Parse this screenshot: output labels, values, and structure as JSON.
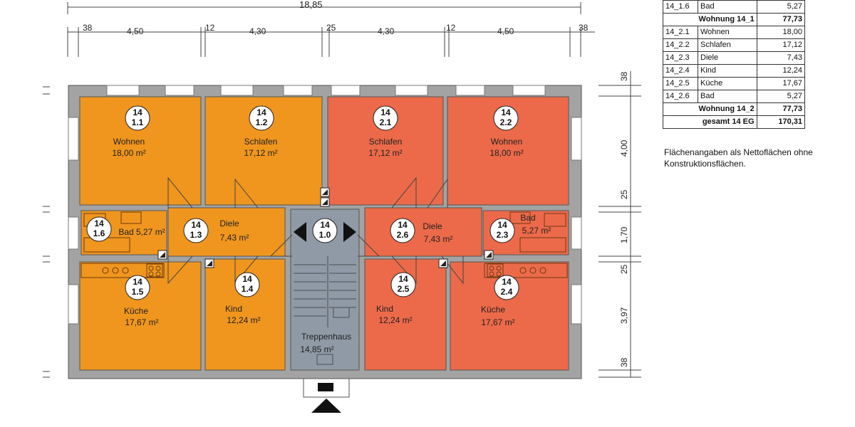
{
  "dimensions": {
    "total_width": "18,85",
    "top_segments": [
      "38",
      "4,50",
      "12",
      "4,30",
      "25",
      "4,30",
      "12",
      "4,50",
      "38"
    ],
    "right_segments": [
      "38",
      "4,00",
      "25",
      "1,70",
      "25",
      "3,97",
      "38"
    ]
  },
  "rooms": [
    {
      "code_top": "14",
      "code_bottom": "1.1",
      "name": "Wohnen",
      "area": "18,00 m²"
    },
    {
      "code_top": "14",
      "code_bottom": "1.2",
      "name": "Schlafen",
      "area": "17,12 m²"
    },
    {
      "code_top": "14",
      "code_bottom": "2.1",
      "name": "Schlafen",
      "area": "17,12 m²"
    },
    {
      "code_top": "14",
      "code_bottom": "2.2",
      "name": "Wohnen",
      "area": "18,00 m²"
    },
    {
      "code_top": "14",
      "code_bottom": "1.6",
      "name": "Bad 5,27 m²",
      "area": ""
    },
    {
      "code_top": "14",
      "code_bottom": "1.3",
      "name": "Diele",
      "area": "7,43 m²"
    },
    {
      "code_top": "14",
      "code_bottom": "1.0",
      "name": "",
      "area": ""
    },
    {
      "code_top": "14",
      "code_bottom": "2.6",
      "name": "Diele",
      "area": "7,43 m²"
    },
    {
      "code_top": "14",
      "code_bottom": "2.3",
      "name": "Bad",
      "area": "5,27 m²"
    },
    {
      "code_top": "14",
      "code_bottom": "1.5",
      "name": "Küche",
      "area": "17,67 m²"
    },
    {
      "code_top": "14",
      "code_bottom": "1.4",
      "name": "Kind",
      "area": "12,24 m²"
    },
    {
      "code_top": "14",
      "code_bottom": "2.5",
      "name": "Kind",
      "area": "12,24 m²"
    },
    {
      "code_top": "14",
      "code_bottom": "2.4",
      "name": "Küche",
      "area": "17,67 m²"
    },
    {
      "code_top": "",
      "code_bottom": "",
      "name": "Treppenhaus",
      "area": "14,85 m²"
    }
  ],
  "area_table": [
    {
      "id": "14_1.6",
      "name": "Bad",
      "value": "5,27",
      "sum": false
    },
    {
      "id": "",
      "name": "Wohnung 14_1",
      "value": "77,73",
      "sum": true
    },
    {
      "id": "14_2.1",
      "name": "Wohnen",
      "value": "18,00",
      "sum": false
    },
    {
      "id": "14_2.2",
      "name": "Schlafen",
      "value": "17,12",
      "sum": false
    },
    {
      "id": "14_2.3",
      "name": "Diele",
      "value": "7,43",
      "sum": false
    },
    {
      "id": "14_2.4",
      "name": "Kind",
      "value": "12,24",
      "sum": false
    },
    {
      "id": "14_2.5",
      "name": "Küche",
      "value": "17,67",
      "sum": false
    },
    {
      "id": "14_2.6",
      "name": "Bad",
      "value": "5,27",
      "sum": false
    },
    {
      "id": "",
      "name": "Wohnung 14_2",
      "value": "77,73",
      "sum": true
    },
    {
      "id": "",
      "name": "gesamt 14 EG",
      "value": "170,31",
      "sum": true
    }
  ],
  "note": "Flächenangaben als Nettoflächen ohne Konstruktionsflächen.",
  "colors": {
    "apartment_1": "#f0961e",
    "apartment_2": "#ec6a4a",
    "stairwell": "#8f9aa6",
    "wall": "#a3a3a3"
  }
}
